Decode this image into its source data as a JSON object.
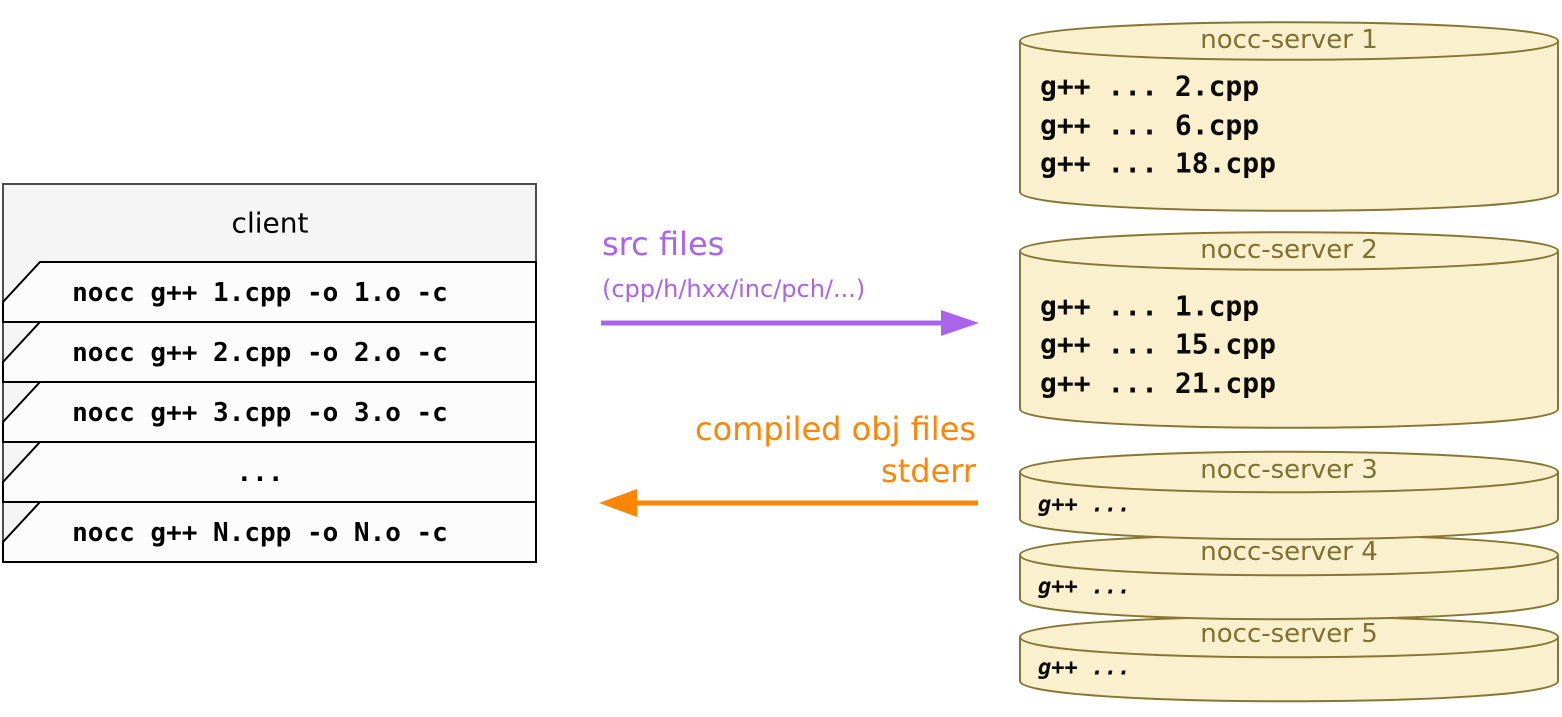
{
  "client": {
    "title": "client",
    "rows": [
      "nocc g++ 1.cpp -o 1.o -c",
      "nocc g++ 2.cpp -o 2.o -c",
      "nocc g++ 3.cpp -o 3.o -c",
      "...",
      "nocc g++ N.cpp -o N.o -c"
    ]
  },
  "arrows": {
    "src": {
      "label": "src files",
      "sublabel": "(cpp/h/hxx/inc/pch/...)",
      "direction": "right",
      "color": "#AB63EB"
    },
    "result": {
      "label": "compiled obj files",
      "sublabel": "stderr",
      "direction": "left",
      "color": "#FF8605"
    }
  },
  "servers": [
    {
      "name": "nocc-server 1",
      "size": "large",
      "jobs": [
        "g++ ... 2.cpp",
        "g++ ... 6.cpp",
        "g++ ... 18.cpp"
      ]
    },
    {
      "name": "nocc-server 2",
      "size": "large",
      "jobs": [
        "g++ ... 1.cpp",
        "g++ ... 15.cpp",
        "g++ ... 21.cpp"
      ]
    },
    {
      "name": "nocc-server 3",
      "size": "small",
      "jobs": [
        "g++ ..."
      ]
    },
    {
      "name": "nocc-server 4",
      "size": "small",
      "jobs": [
        "g++ ..."
      ]
    },
    {
      "name": "nocc-server 5",
      "size": "small",
      "jobs": [
        "g++ ..."
      ]
    }
  ],
  "colors": {
    "src_arrow": "#AB63EB",
    "result_arrow": "#FF8605",
    "server_fill": "#FAF0CD",
    "server_stroke": "#857733",
    "server_title_text": "#7E7031",
    "client_fill": "#F5F5F5",
    "client_border": "#4D4D4D",
    "row_fill": "#FCFCFC",
    "text": "#000000"
  }
}
